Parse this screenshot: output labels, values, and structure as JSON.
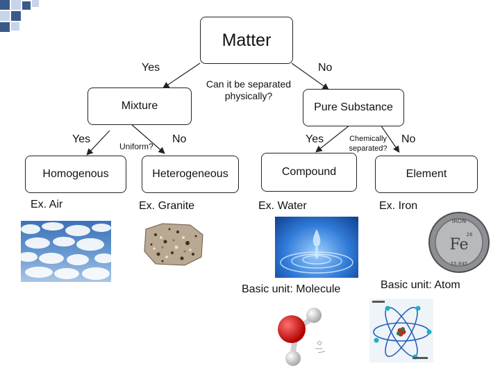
{
  "colors": {
    "accent_dark": "#3a5a8a",
    "accent_light": "#c8d4ea",
    "stroke": "#222222"
  },
  "nodes": {
    "matter": "Matter",
    "mixture": "Mixture",
    "pure_substance": "Pure Substance",
    "homogenous": "Homogenous",
    "heterogeneous": "Heterogeneous",
    "compound": "Compound",
    "element": "Element"
  },
  "questions": {
    "separated": "Can it be separated physically?",
    "uniform": "Uniform?",
    "chemically": "Chemically separated?"
  },
  "answers": {
    "matter_yes": "Yes",
    "matter_no": "No",
    "mixture_yes": "Yes",
    "mixture_no": "No",
    "pure_yes": "Yes",
    "pure_no": "No"
  },
  "examples": {
    "air": "Ex. Air",
    "granite": "Ex. Granite",
    "water": "Ex. Water",
    "iron": "Ex. Iron"
  },
  "basic_units": {
    "molecule": "Basic unit: Molecule",
    "atom": "Basic unit: Atom"
  },
  "images": {
    "clouds": "clouds-photo",
    "granite": "granite-photo",
    "water": "water-drop-photo",
    "iron": "iron-coin-photo",
    "molecule": "water-molecule-image",
    "atom": "atom-diagram-image"
  }
}
